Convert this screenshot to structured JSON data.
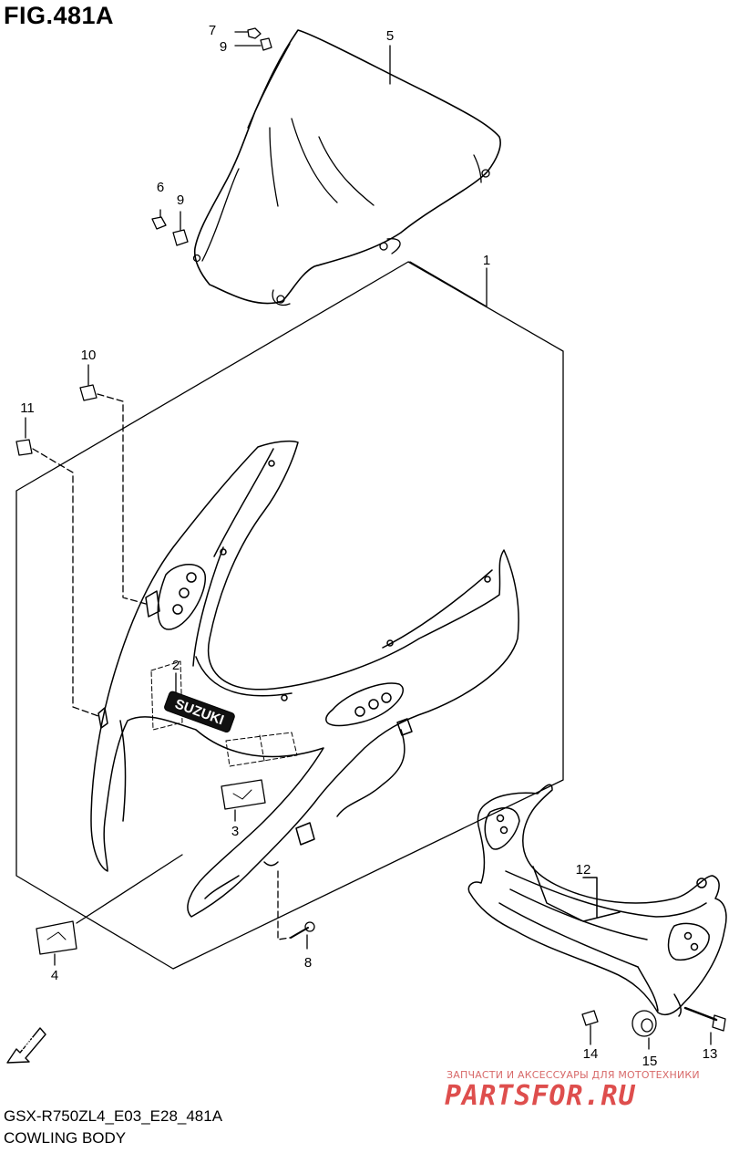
{
  "figure": {
    "title": "FIG.481A",
    "code": "GSX-R750ZL4_E03_E28_481A",
    "name": "COWLING BODY"
  },
  "callouts": {
    "c1": "1",
    "c2": "2",
    "c3": "3",
    "c4": "4",
    "c5": "5",
    "c6": "6",
    "c7": "7",
    "c8": "8",
    "c9a": "9",
    "c9b": "9",
    "c10": "10",
    "c11": "11",
    "c12": "12",
    "c13": "13",
    "c14": "14",
    "c15": "15"
  },
  "decal": {
    "brand": "SUZUKI"
  },
  "fwd_arrow": {
    "label": "FWD"
  },
  "watermark": {
    "line": "ЗАПЧАСТИ И АКСЕССУАРЫ ДЛЯ МОТОТЕХНИКИ",
    "logo": "PARTSFOR.RU"
  },
  "colors": {
    "line": "#000000",
    "watermark": "#d9302f",
    "background": "#ffffff"
  }
}
